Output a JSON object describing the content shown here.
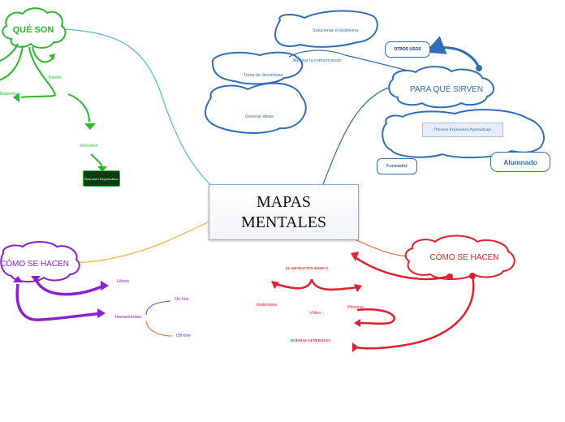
{
  "central": {
    "title": "MAPAS MENTALES"
  },
  "que_son": {
    "title": "QUÉ SON",
    "children": [
      "Diseño",
      "Esquema",
      "Resumen",
      "Resumen Esquemático"
    ]
  },
  "para_que_sirven": {
    "title": "PARA QUÉ SIRVEN",
    "children": [
      "OTROS USOS",
      "Solucionar el problema",
      "Mejorar la comunicación",
      "Toma de decisiones",
      "Generar ideas",
      "Proceso Enseñanza Aprendizaje",
      "Formador",
      "Alumnado"
    ]
  },
  "como_se_hacen_left": {
    "title": "CÓMO SE HACEN",
    "children": [
      "Libros",
      "herramientas",
      "On-line",
      "Off-line"
    ]
  },
  "como_se_hacen_right": {
    "title": "CÓMO SE HACEN",
    "children": [
      "ELABORACIÓN BÁSICA",
      "materiales",
      "Vídeo",
      "Proceso",
      "NORMAS GENERALES"
    ]
  },
  "colors": {
    "green": "#2db82d",
    "blue": "#2f6db5",
    "purple": "#8b1fd1",
    "red": "#e0202e",
    "orange": "#f0a020",
    "dark_green_box": "#0a3d12"
  }
}
